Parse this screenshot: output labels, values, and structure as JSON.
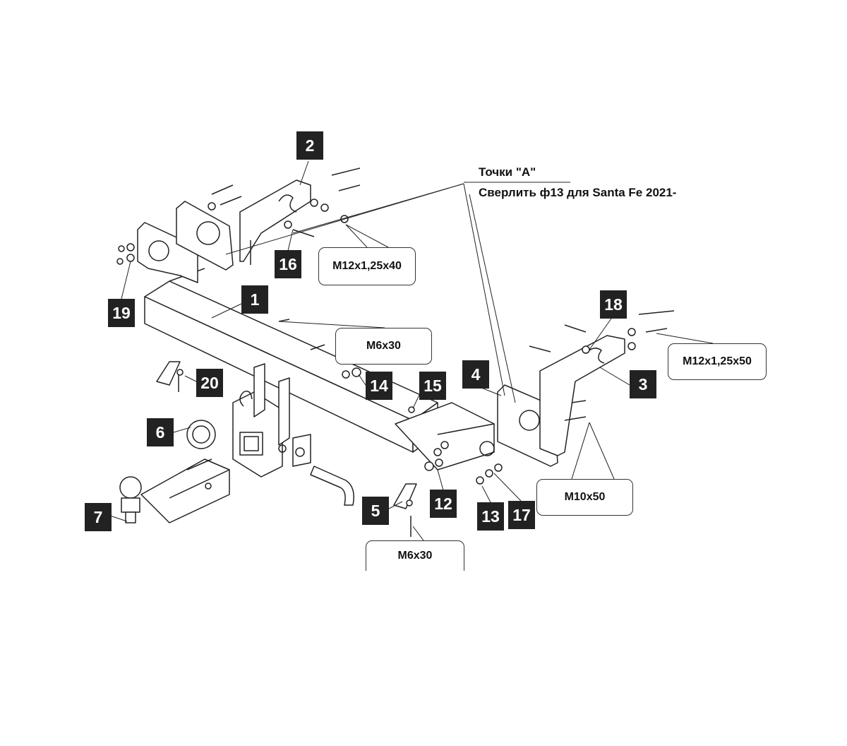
{
  "note": {
    "line1": "Точки \"A\"",
    "line2": "Сверлить ф13 для Santa Fe 2021-"
  },
  "part_numbers": [
    "1",
    "2",
    "3",
    "4",
    "5",
    "6",
    "7",
    "12",
    "13",
    "14",
    "15",
    "16",
    "17",
    "18",
    "19",
    "20"
  ],
  "callouts": {
    "bolt_m12_40": "M12x1,25x40",
    "bolt_m6_top": "M6x30",
    "bolt_m12_50": "M12x1,25x50",
    "bolt_m10": "M10x50",
    "bolt_m6_bottom": "M6x30"
  },
  "colors": {
    "label_bg": "#222222",
    "label_text": "#ffffff",
    "line": "#222222"
  }
}
